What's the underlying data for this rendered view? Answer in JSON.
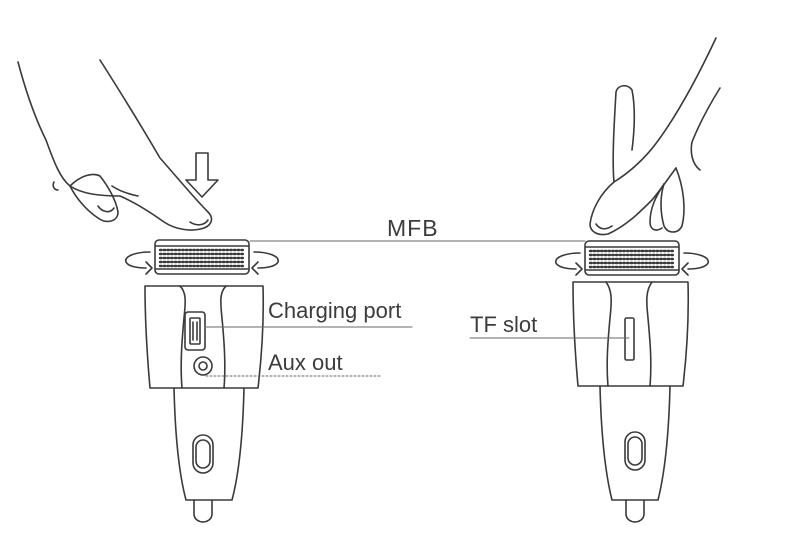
{
  "labels": {
    "mfb": "MFB",
    "charging_port": "Charging port",
    "aux_out": "Aux out",
    "tf_slot": "TF slot"
  },
  "icons": {
    "press_arrow": "down-arrow-icon",
    "rotate_left": "rotate-arrow-icon",
    "rotate_right": "rotate-arrow-icon"
  },
  "colors": {
    "line": "#3a3a3a",
    "text": "#3c3c3c",
    "background": "#ffffff"
  }
}
